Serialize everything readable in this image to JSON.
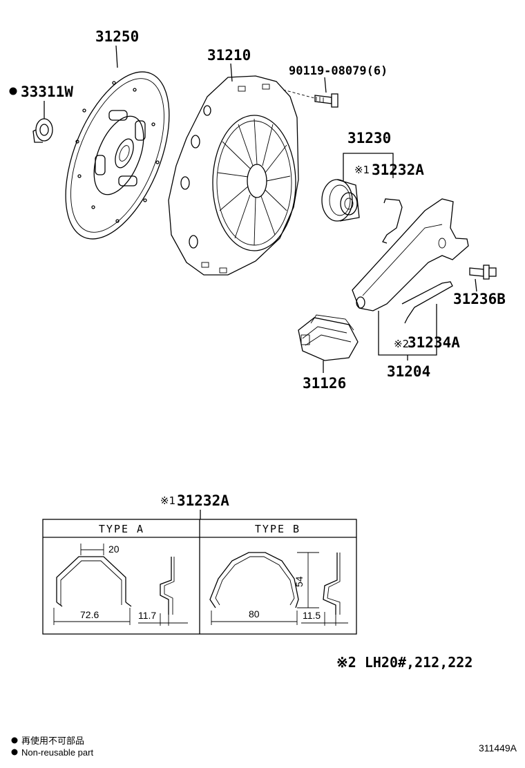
{
  "parts": {
    "p31250": "31250",
    "p31210": "31210",
    "p90119": "90119-08079(6)",
    "p33311W": "33311W",
    "p31230": "31230",
    "p31232A_mark": "※1",
    "p31232A": "31232A",
    "p31236B": "31236B",
    "p231234A_mark": "※2",
    "p231234A": "31234A",
    "p31126": "31126",
    "p31204": "31204"
  },
  "detail": {
    "mark": "※1",
    "part": "31232A",
    "type_a": "TYPE A",
    "type_b": "TYPE B",
    "a_width": "72.6",
    "a_top": "20",
    "a_side": "11.7",
    "b_width": "80",
    "b_height": "54",
    "b_side": "11.5"
  },
  "note": "※2 LH20#,212,222",
  "legend": {
    "jp": "再使用不可部品",
    "en": "Non-reusable part"
  },
  "figure_code": "311449A"
}
